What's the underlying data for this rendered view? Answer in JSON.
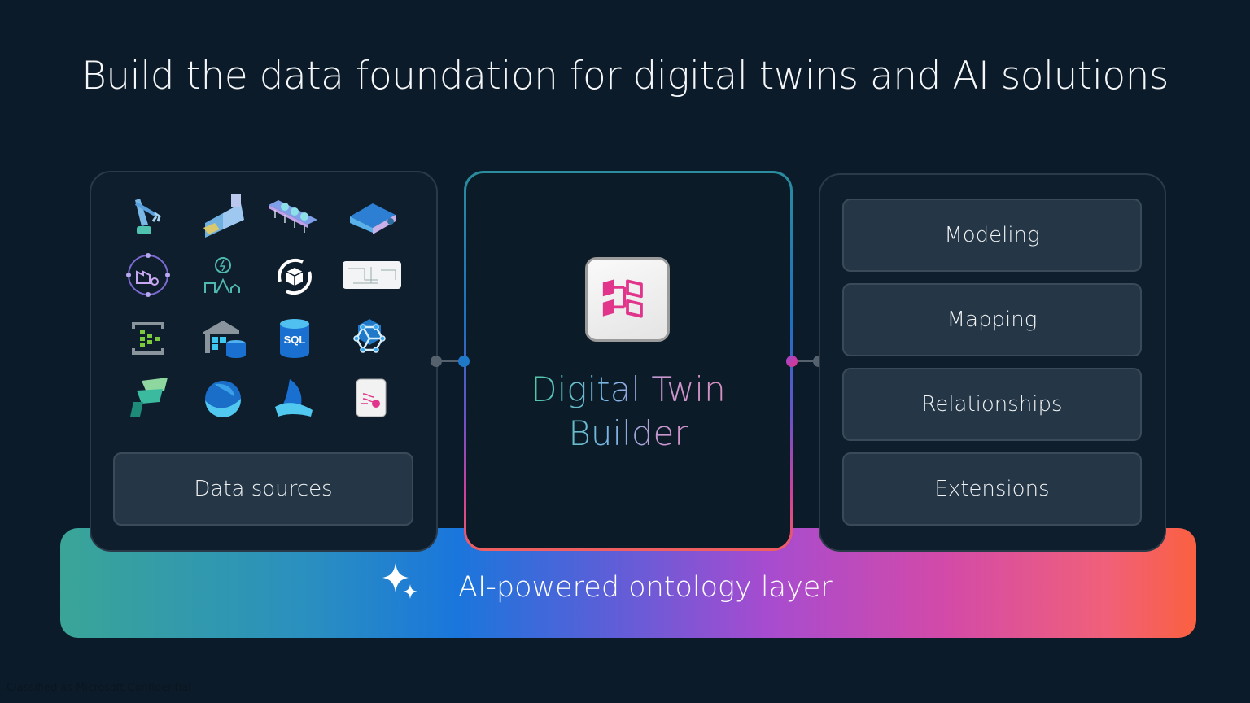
{
  "title": "Build the data foundation for digital twins and AI solutions",
  "data_sources": {
    "label": "Data sources",
    "icons": [
      "robot-arm-icon",
      "factory-line-icon",
      "conveyor-icon",
      "machine-icon",
      "factory-cycle-icon",
      "energy-gear-icon",
      "package-sync-icon",
      "schematic-diagram-icon",
      "event-stream-icon",
      "data-warehouse-icon",
      "sql-database-icon",
      "digital-twins-icon",
      "fabric-icon",
      "onelake-icon",
      "data-lake-icon",
      "real-time-icon"
    ]
  },
  "center": {
    "title_line1": "Digital Twin",
    "title_line2": "Builder"
  },
  "capabilities": [
    "Modeling",
    "Mapping",
    "Relationships",
    "Extensions"
  ],
  "ai_layer": {
    "label": "AI-powered ontology layer"
  },
  "footer": "Classified as Microsoft Confidential",
  "colors": {
    "background": "#0c1b29",
    "accent_pink": "#e0358a",
    "button": "#253746"
  }
}
